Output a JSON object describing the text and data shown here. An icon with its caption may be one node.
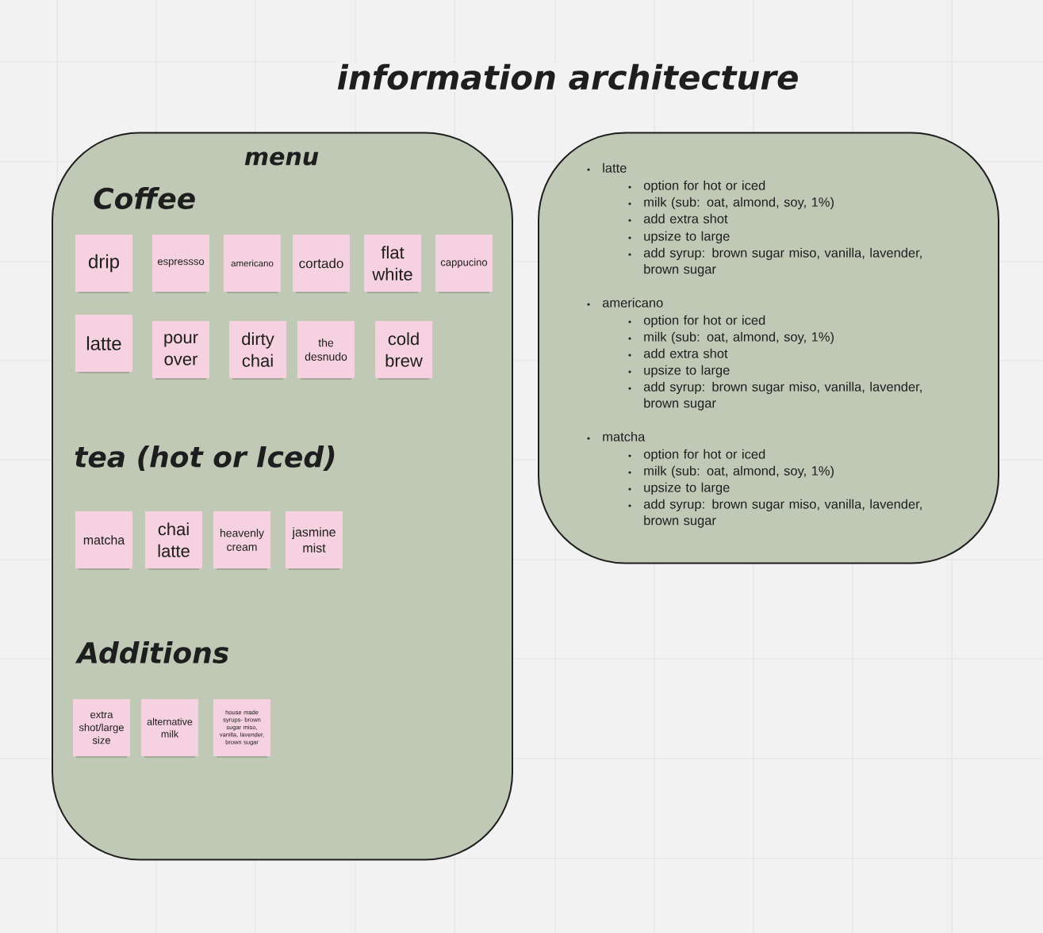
{
  "diagram": {
    "title": "information architecture",
    "nodes": [
      {
        "text": [
          "menu",
          "Coffee",
          "tea (hot or Iced)",
          "Additions"
        ]
      },
      {
        "text": [
          "latte",
          "option for hot or iced",
          "milk (sub: oat, almond, soy, 1%)",
          "add extra shot",
          "upsize to large",
          "add syrup: brown sugar miso, vanilla, lavender, brown sugar",
          "americano",
          "option for hot or iced",
          "milk (sub: oat, almond, soy, 1%)",
          "add extra shot",
          "upsize to large",
          "add syrup: brown sugar miso, vanilla, lavender, brown sugar",
          "matcha",
          "option for hot or iced",
          "milk (sub: oat, almond, soy, 1%)",
          "upsize to large",
          "add syrup: brown sugar miso, vanilla, lavender, brown sugar"
        ]
      },
      {
        "text": [
          "drip"
        ],
        "in": 0
      },
      {
        "text": [
          "espressso"
        ],
        "in": 0
      },
      {
        "text": [
          "americano"
        ],
        "in": 0
      },
      {
        "text": [
          "cortado"
        ],
        "in": 0
      },
      {
        "text": [
          "flat white"
        ],
        "in": 0
      },
      {
        "text": [
          "cappucino"
        ],
        "in": 0
      },
      {
        "text": [
          "latte"
        ],
        "in": 0
      },
      {
        "text": [
          "pour over"
        ],
        "in": 0
      },
      {
        "text": [
          "dirty chai"
        ],
        "in": 0
      },
      {
        "text": [
          "the desnudo"
        ],
        "in": 0
      },
      {
        "text": [
          "cold brew"
        ],
        "in": 0
      },
      {
        "text": [
          "matcha"
        ],
        "in": 0
      },
      {
        "text": [
          "chai latte"
        ],
        "in": 0
      },
      {
        "text": [
          "heavenly cream"
        ],
        "in": 0
      },
      {
        "text": [
          "jasmine mist"
        ],
        "in": 0
      },
      {
        "text": [
          "extra shot/large size"
        ],
        "in": 0
      },
      {
        "text": [
          "alternative milk"
        ],
        "in": 0
      },
      {
        "text": [
          "house made syrups- brown sugar miso, vanilla, lavender, brown sugar"
        ],
        "in": 0
      }
    ]
  }
}
